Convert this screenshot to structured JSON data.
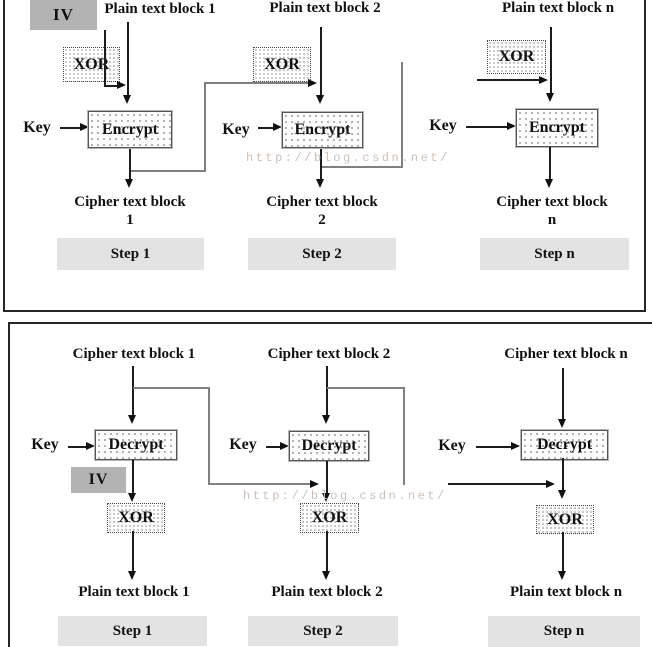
{
  "watermark_text": "http://blog.csdn.net/",
  "colors": {
    "feedback_line": "#808080",
    "main_line": "#1c1c1c",
    "iv_fill": "#b3b3b3",
    "step_fill": "#e3e3e3",
    "watermark": "#ccc1bb"
  },
  "encryption": {
    "iv_label": "IV",
    "columns": [
      {
        "plain_label": "Plain text block 1",
        "xor_label": "XOR",
        "key_label": "Key",
        "process_label": "Encrypt",
        "cipher_label_line1": "Cipher text block",
        "cipher_label_line2": "1",
        "step_label": "Step 1"
      },
      {
        "plain_label": "Plain text block 2",
        "xor_label": "XOR",
        "key_label": "Key",
        "process_label": "Encrypt",
        "cipher_label_line1": "Cipher text block",
        "cipher_label_line2": "2",
        "step_label": "Step 2"
      },
      {
        "plain_label": "Plain text block n",
        "xor_label": "XOR",
        "key_label": "Key",
        "process_label": "Encrypt",
        "cipher_label_line1": "Cipher text block",
        "cipher_label_line2": "n",
        "step_label": "Step n"
      }
    ]
  },
  "decryption": {
    "iv_label": "IV",
    "columns": [
      {
        "cipher_label": "Cipher text block 1",
        "key_label": "Key",
        "process_label": "Decrypt",
        "xor_label": "XOR",
        "plain_label": "Plain text block 1",
        "step_label": "Step 1"
      },
      {
        "cipher_label": "Cipher text block 2",
        "key_label": "Key",
        "process_label": "Decrypt",
        "xor_label": "XOR",
        "plain_label": "Plain text block 2",
        "step_label": "Step 2"
      },
      {
        "cipher_label": "Cipher text block n",
        "key_label": "Key",
        "process_label": "Decrypt",
        "xor_label": "XOR",
        "plain_label": "Plain text block n",
        "step_label": "Step n"
      }
    ]
  }
}
